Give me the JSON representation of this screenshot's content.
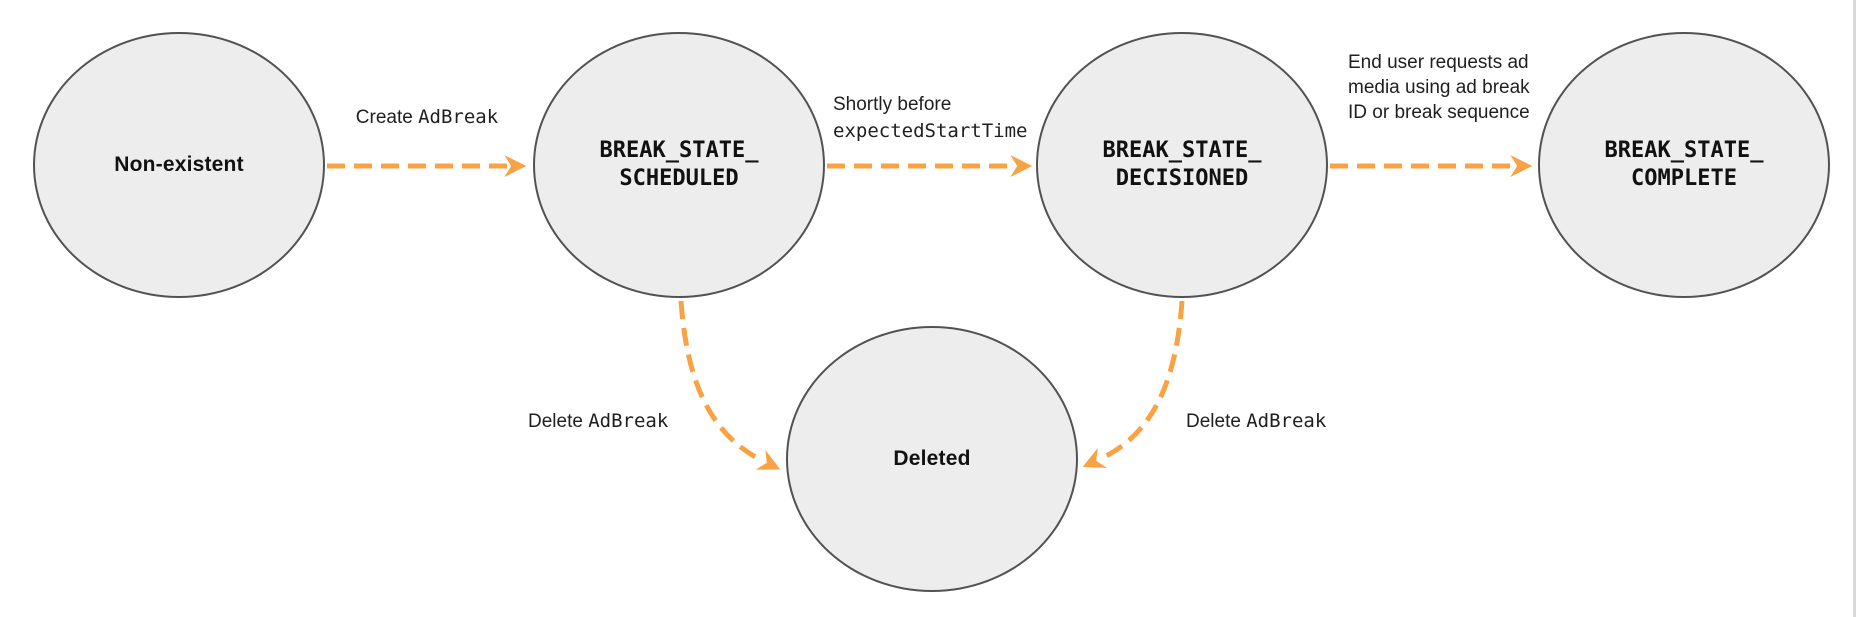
{
  "diagram": {
    "type": "state-diagram",
    "nodes": [
      {
        "id": "non-existent",
        "label": "Non-existent",
        "style": "plain"
      },
      {
        "id": "break-state-scheduled",
        "label": "BREAK_STATE_\nSCHEDULED",
        "style": "code"
      },
      {
        "id": "break-state-decisioned",
        "label": "BREAK_STATE_\nDECISIONED",
        "style": "code"
      },
      {
        "id": "break-state-complete",
        "label": "BREAK_STATE_\nCOMPLETE",
        "style": "code"
      },
      {
        "id": "deleted",
        "label": "Deleted",
        "style": "plain"
      }
    ],
    "edges": [
      {
        "from": "non-existent",
        "to": "break-state-scheduled",
        "label_text": "Create ",
        "label_code": "AdBreak"
      },
      {
        "from": "break-state-scheduled",
        "to": "break-state-decisioned",
        "label_text": "Shortly before",
        "label_code": "expectedStartTime"
      },
      {
        "from": "break-state-decisioned",
        "to": "break-state-complete",
        "label_text": "End user requests ad media using ad break ID or break sequence",
        "label_code": ""
      },
      {
        "from": "break-state-scheduled",
        "to": "deleted",
        "label_text": "Delete ",
        "label_code": "AdBreak"
      },
      {
        "from": "break-state-decisioned",
        "to": "deleted",
        "label_text": "Delete ",
        "label_code": "AdBreak"
      }
    ],
    "colors": {
      "arrow": "#F8A244",
      "node_fill": "#EDEDED",
      "node_border": "#525254",
      "text": "#1F1F1F",
      "frame_border": "#D9D9D9"
    }
  }
}
